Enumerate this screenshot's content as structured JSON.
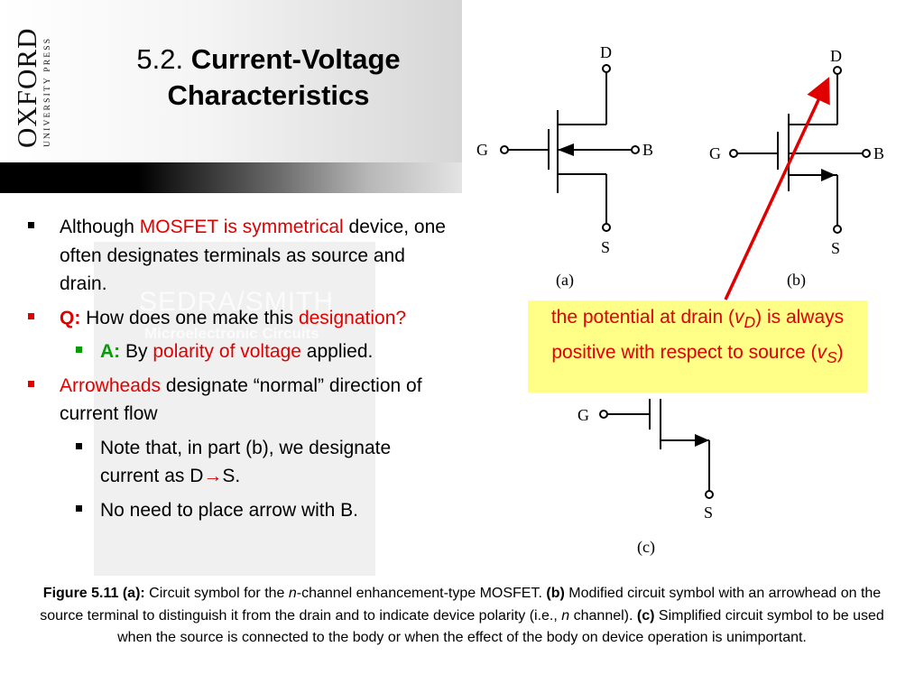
{
  "logo": {
    "main": "OXFORD",
    "sub": "UNIVERSITY PRESS"
  },
  "title": {
    "number": "5.2.",
    "text_line1": "Current-Voltage",
    "text_line2": "Characteristics"
  },
  "bullets": {
    "b1": {
      "a": "Although ",
      "b": "MOSFET is symmetrical",
      "c": " device, one often designates terminals as source and drain."
    },
    "b2": {
      "a": "Q:",
      "b": " How does one make this ",
      "c": "designation?"
    },
    "b3": {
      "a": "A:",
      "b": " By ",
      "c": "polarity of voltage",
      "d": " applied."
    },
    "b4": {
      "a": "Arrowheads",
      "b": " designate “normal” direction of current flow"
    },
    "b5": {
      "a": "Note that, in part (b), we designate current as D",
      "arrow": "→",
      "b": "S."
    },
    "b6": {
      "a": "No need to place arrow with B."
    }
  },
  "diagram": {
    "a": {
      "D": "D",
      "G": "G",
      "B": "B",
      "S": "S",
      "label": "(a)"
    },
    "b": {
      "D": "D",
      "G": "G",
      "B": "B",
      "S": "S",
      "label": "(b)"
    },
    "c": {
      "G": "G",
      "S": "S",
      "label": "(c)"
    }
  },
  "note": {
    "t1": "the potential at drain (",
    "v": "v",
    "d_sub": "D",
    "t2": ") is always positive with respect to source (",
    "s_sub": "S",
    "t3": ")"
  },
  "caption": {
    "p1": "Figure 5.11 (a):",
    "p2": " Circuit symbol for the ",
    "p3": "n",
    "p4": "-channel enhancement-type MOSFET. ",
    "p5": "(b)",
    "p6": " Modified circuit symbol with an arrowhead on the source terminal to distinguish it from the drain and to indicate device polarity (i.e., ",
    "p7": "n",
    "p8": " channel). ",
    "p9": "(c)",
    "p10": " Simplified circuit symbol to be used when the source is connected to the body or when the effect of the body on device operation is unimportant."
  },
  "watermark": {
    "t1": "SEDRA/SMITH",
    "t2": "Microelectronic Circuits"
  },
  "colors": {
    "accent_red": "#e00000",
    "accent_green": "#0a9a0a",
    "note_bg": "#ffff88"
  }
}
